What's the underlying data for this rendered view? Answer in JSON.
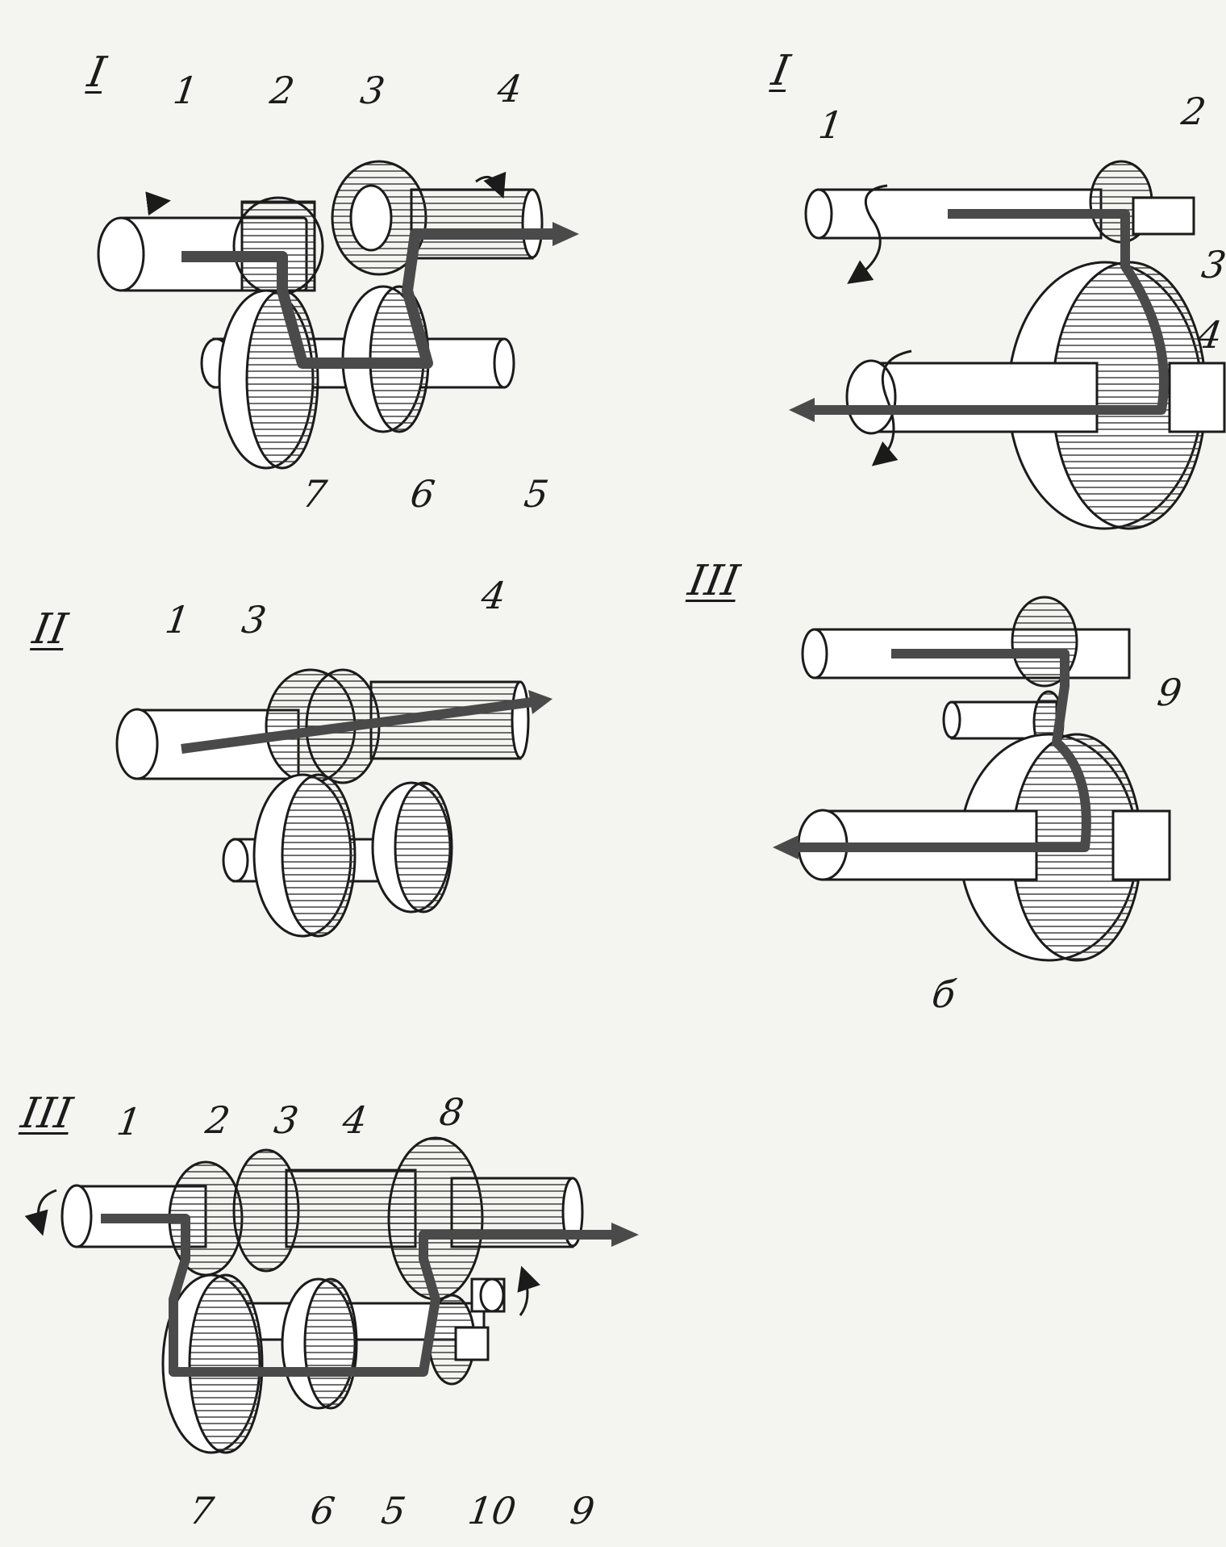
{
  "figure": {
    "panel_top_left": {
      "roman": "I",
      "labels": [
        "1",
        "2",
        "3",
        "4",
        "7",
        "6",
        "5"
      ]
    },
    "panel_top_right": {
      "roman": "I",
      "labels": [
        "1",
        "2",
        "3",
        "4"
      ]
    },
    "panel_mid_left": {
      "roman": "II",
      "labels": [
        "1",
        "3",
        "4"
      ]
    },
    "panel_mid_right": {
      "roman": "III",
      "labels": [
        "9"
      ],
      "caption": "б"
    },
    "panel_bottom_left": {
      "roman": "III",
      "labels": [
        "1",
        "2",
        "3",
        "4",
        "8",
        "7",
        "6",
        "5",
        "10",
        "9"
      ]
    }
  },
  "colors": {
    "ink": "#1b1b1b",
    "paper": "#f4f4f1",
    "power_flow": "#5a5a5a"
  }
}
